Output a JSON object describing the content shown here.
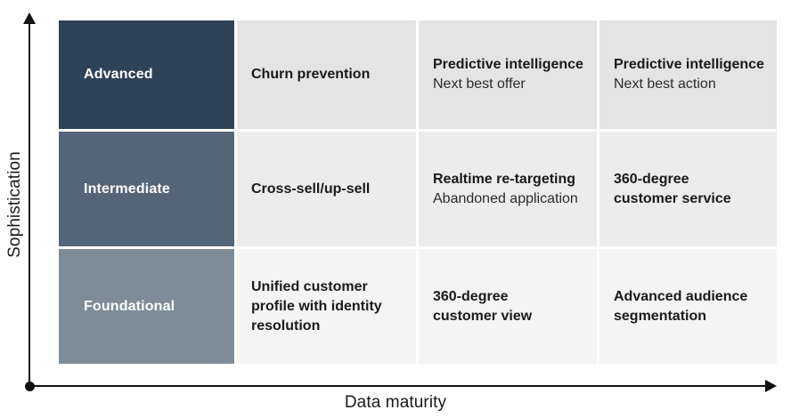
{
  "chart_data": {
    "type": "table",
    "title": "",
    "xlabel": "Data maturity",
    "ylabel": "Sophistication",
    "row_categories": [
      "Advanced",
      "Intermediate",
      "Foundational"
    ],
    "column_count": 3,
    "grid": false,
    "legend": "none",
    "cells": [
      [
        {
          "primary": "Churn prevention",
          "secondary": ""
        },
        {
          "primary": "Predictive intelligence",
          "secondary": "Next best offer"
        },
        {
          "primary": "Predictive intelligence",
          "secondary": "Next best action"
        }
      ],
      [
        {
          "primary": "Cross-sell/up-sell",
          "secondary": ""
        },
        {
          "primary": "Realtime re-targeting",
          "secondary": "Abandoned application"
        },
        {
          "primary": "360-degree customer service",
          "secondary": ""
        }
      ],
      [
        {
          "primary": "Unified customer profile with identity resolution",
          "secondary": ""
        },
        {
          "primary": "360-degree customer view",
          "secondary": ""
        },
        {
          "primary": "Advanced audience segmentation",
          "secondary": ""
        }
      ]
    ]
  },
  "axes": {
    "x_label": "Data maturity",
    "y_label": "Sophistication"
  },
  "matrix": {
    "rows": [
      {
        "stage_label": "Advanced",
        "stage_color": "#2e4258",
        "cell_bg": "#e4e4e4",
        "cells": [
          {
            "primary": "Churn prevention",
            "secondary": ""
          },
          {
            "primary": "Predictive intelligence",
            "secondary": "Next best offer"
          },
          {
            "primary": "Predictive intelligence",
            "secondary": "Next best action"
          }
        ]
      },
      {
        "stage_label": "Intermediate",
        "stage_color": "#556578",
        "cell_bg": "#ececec",
        "cells": [
          {
            "primary": "Cross-sell/up-sell",
            "secondary": ""
          },
          {
            "primary": "Realtime re-targeting",
            "secondary": "Abandoned application"
          },
          {
            "primary": "360-degree customer service",
            "secondary": ""
          }
        ]
      },
      {
        "stage_label": "Foundational",
        "stage_color": "#7e8c99",
        "cell_bg": "#f4f4f4",
        "cells": [
          {
            "primary": "Unified customer profile with identity resolution",
            "secondary": ""
          },
          {
            "primary": "360-degree customer view",
            "secondary": ""
          },
          {
            "primary": "Advanced audience segmentation",
            "secondary": ""
          }
        ]
      }
    ]
  },
  "colors": {
    "axis": "#111111",
    "text": "#1a1a1a",
    "stage_advanced": "#2e4258",
    "stage_intermediate": "#556578",
    "stage_foundational": "#7e8c99",
    "cell_row1": "#e4e4e4",
    "cell_row2": "#ececec",
    "cell_row3": "#f4f4f4",
    "background": "#ffffff"
  }
}
